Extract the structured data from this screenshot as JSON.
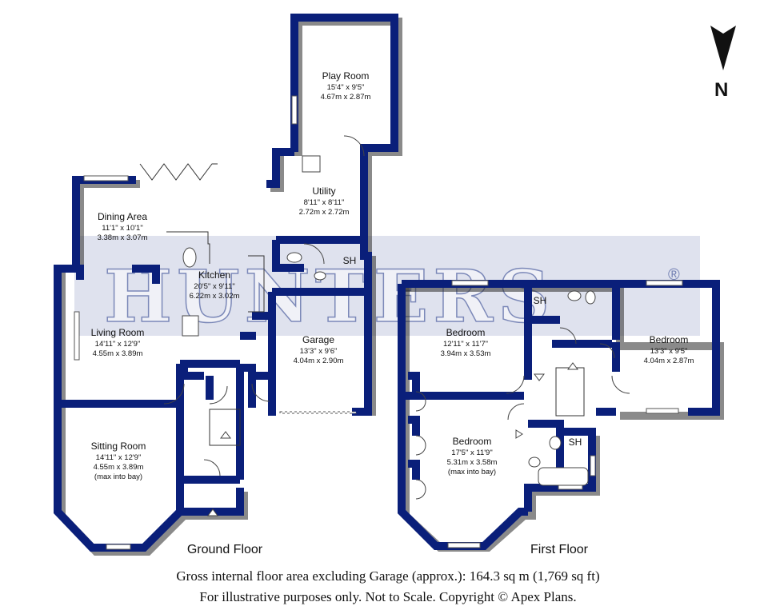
{
  "watermark": {
    "text": "HUNTERS",
    "mark": "®"
  },
  "compass": {
    "label": "N"
  },
  "floors": [
    {
      "name": "Ground Floor"
    },
    {
      "name": "First Floor"
    }
  ],
  "rooms": {
    "play_room": {
      "name": "Play Room",
      "imperial": "15'4\" x 9'5\"",
      "metric": "4.67m x 2.87m"
    },
    "utility": {
      "name": "Utility",
      "imperial": "8'11\" x 8'11\"",
      "metric": "2.72m x 2.72m"
    },
    "dining_area": {
      "name": "Dining Area",
      "imperial": "11'1\" x 10'1\"",
      "metric": "3.38m x 3.07m"
    },
    "kitchen": {
      "name": "Kitchen",
      "imperial": "20'5\" x 9'11\"",
      "metric": "6.22m x 3.02m"
    },
    "living_room": {
      "name": "Living Room",
      "imperial": "14'11\" x 12'9\"",
      "metric": "4.55m x 3.89m"
    },
    "garage": {
      "name": "Garage",
      "imperial": "13'3\" x 9'6\"",
      "metric": "4.04m x 2.90m"
    },
    "sitting_room": {
      "name": "Sitting Room",
      "imperial": "14'11\" x 12'9\"",
      "metric": "4.55m x 3.89m",
      "note": "(max into bay)"
    },
    "sh_ground": {
      "name": "SH"
    },
    "bedroom_1": {
      "name": "Bedroom",
      "imperial": "12'11\" x 11'7\"",
      "metric": "3.94m x 3.53m"
    },
    "bedroom_2": {
      "name": "Bedroom",
      "imperial": "13'3\" x 9'5\"",
      "metric": "4.04m x 2.87m"
    },
    "bedroom_3": {
      "name": "Bedroom",
      "imperial": "17'5\" x 11'9\"",
      "metric": "5.31m x 3.58m",
      "note": "(max into bay)"
    },
    "sh_first_a": {
      "name": "SH"
    },
    "sh_first_b": {
      "name": "SH"
    }
  },
  "captions": {
    "area": "Gross internal floor area excluding Garage (approx.): 164.3 sq m (1,769 sq ft)",
    "disclaimer": "For illustrative purposes only. Not to Scale. Copyright © Apex Plans."
  },
  "colors": {
    "wall": "#0a1f7a",
    "watermark": "#2b3f8c"
  }
}
